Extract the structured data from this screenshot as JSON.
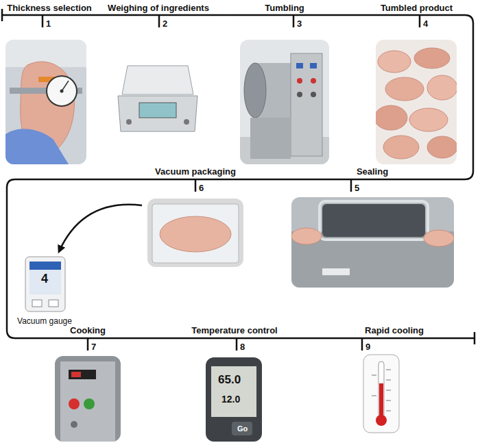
{
  "diagram": {
    "nodes": [
      {
        "text": [
          "Thickness selection",
          "1"
        ]
      },
      {
        "text": [
          "Weighing of ingredients",
          "2"
        ]
      },
      {
        "text": [
          "Tumbling",
          "3"
        ]
      },
      {
        "text": [
          "Tumbled product",
          "4"
        ]
      },
      {
        "text": [
          "Sealing",
          "5"
        ]
      },
      {
        "text": [
          "Vacuum packaging",
          "6"
        ]
      },
      {
        "text": [
          "Cooking",
          "7"
        ]
      },
      {
        "text": [
          "Temperature control",
          "8"
        ]
      },
      {
        "text": [
          "Rapid cooling",
          "9"
        ]
      },
      {
        "text": [
          "Vacuum gauge"
        ]
      }
    ],
    "edges": [
      {
        "from": 0,
        "to": 1,
        "arrow": "none"
      },
      {
        "from": 1,
        "to": 2,
        "arrow": "none"
      },
      {
        "from": 2,
        "to": 3,
        "arrow": "none"
      },
      {
        "from": 3,
        "to": 4,
        "arrow": "none"
      },
      {
        "from": 4,
        "to": 5,
        "arrow": "none"
      },
      {
        "from": 5,
        "to": 6,
        "arrow": "none"
      },
      {
        "from": 6,
        "to": 7,
        "arrow": "none"
      },
      {
        "from": 7,
        "to": 8,
        "arrow": "none"
      },
      {
        "from": 5,
        "to": 9,
        "arrow": "to"
      }
    ],
    "labels": [
      "4",
      "65.0",
      "12.0",
      "Go"
    ]
  }
}
